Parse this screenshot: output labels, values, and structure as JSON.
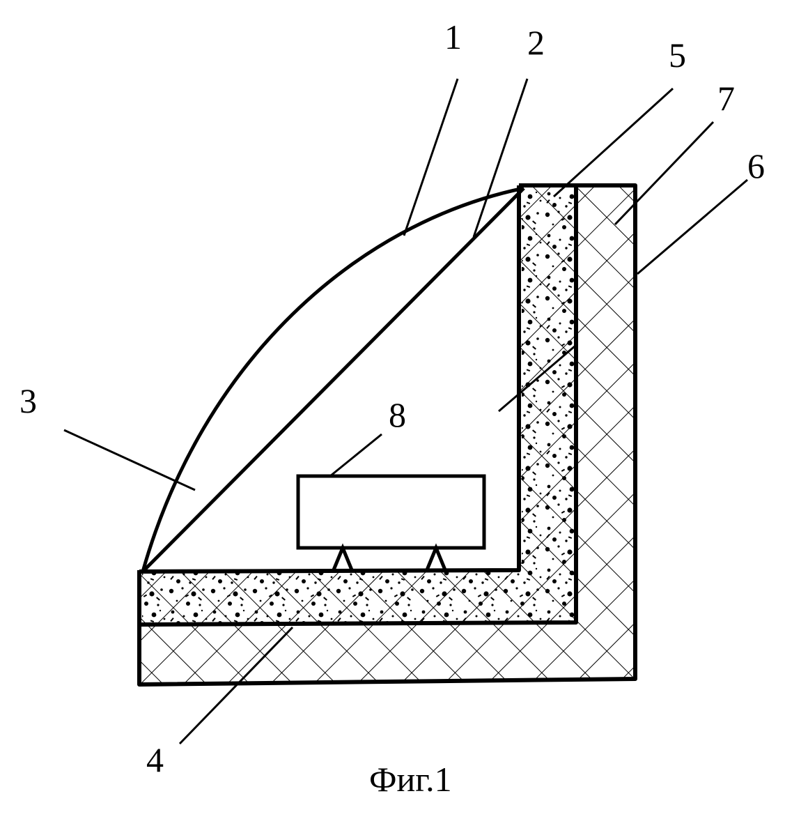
{
  "figure": {
    "caption": "Фиг.1",
    "labels": {
      "l1": "1",
      "l2": "2",
      "l3": "3",
      "l4": "4",
      "l5": "5",
      "l6": "6",
      "l7": "7",
      "l8": "8"
    },
    "colors": {
      "ink": "#000000",
      "paper": "#ffffff"
    }
  }
}
